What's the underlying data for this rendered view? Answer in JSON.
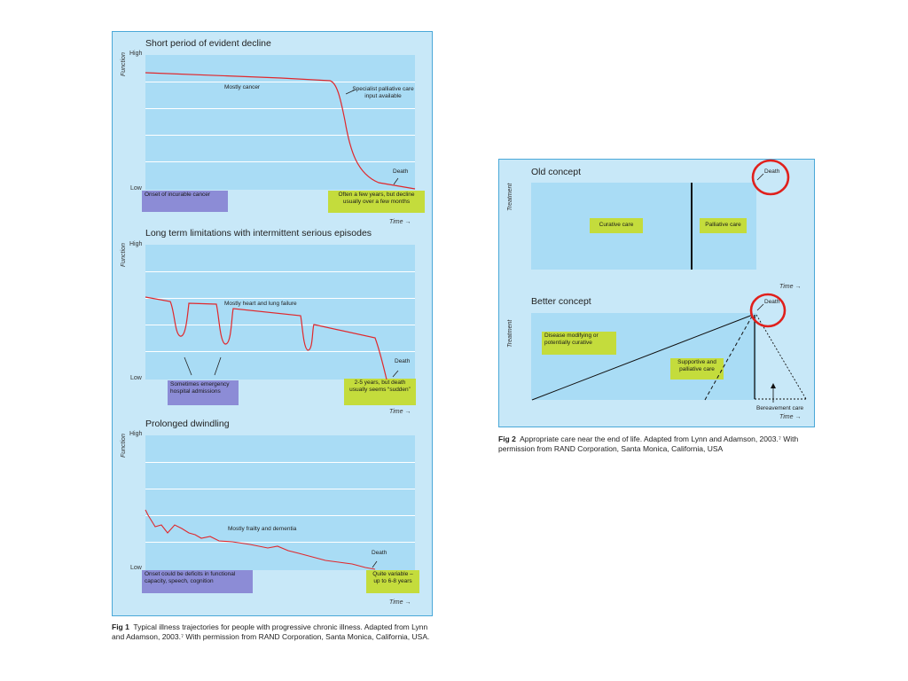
{
  "fig1": {
    "panels": [
      {
        "title": "Short period of evident decline",
        "ylabel": "Function",
        "high": "High",
        "low": "Low",
        "time": "Time",
        "group_label": "Mostly cancer",
        "annotation": "Specialist palliative care input available",
        "death": "Death",
        "onset_box": "Onset of incurable cancer",
        "end_box": "Often a few years, but decline usually over a few months"
      },
      {
        "title": "Long term limitations with intermittent serious episodes",
        "ylabel": "Function",
        "high": "High",
        "low": "Low",
        "time": "Time",
        "group_label": "Mostly heart and lung failure",
        "death": "Death",
        "onset_box": "Sometimes emergency hospital admissions",
        "end_box": "2-5 years, but death usually seems “sudden”"
      },
      {
        "title": "Prolonged dwindling",
        "ylabel": "Function",
        "high": "High",
        "low": "Low",
        "time": "Time",
        "group_label": "Mostly frailty and dementia",
        "death": "Death",
        "onset_box": "Onset could be deficits in functional capacity, speech, cognition",
        "end_box": "Quite variable – up to 6-8 years"
      }
    ],
    "caption_label": "Fig 1",
    "caption_text": "Typical illness trajectories for people with progressive chronic illness. Adapted from Lynn and Adamson, 2003.⁷ With permission from RAND Corporation, Santa Monica, California, USA."
  },
  "fig2": {
    "old": {
      "title": "Old concept",
      "ylabel": "Treatment",
      "curative": "Curative care",
      "palliative": "Palliative care",
      "death": "Death",
      "time": "Time"
    },
    "better": {
      "title": "Better concept",
      "ylabel": "Treatment",
      "disease": "Disease modifying or potentially curative",
      "supportive": "Supportive and palliative care",
      "death": "Death",
      "bereavement": "Bereavement care",
      "time": "Time"
    },
    "caption_label": "Fig 2",
    "caption_text": "Appropriate care near the end of life. Adapted from Lynn and Adamson, 2003.⁷ With permission from RAND Corporation, Santa Monica, California, USA"
  },
  "colors": {
    "panel_bg": "#c8e8f8",
    "plot_bg": "#a9dcf5",
    "curve": "#e0282c",
    "purple_box": "#8c8cd6",
    "green_box": "#c4dc3c",
    "circle": "#e0201c"
  }
}
